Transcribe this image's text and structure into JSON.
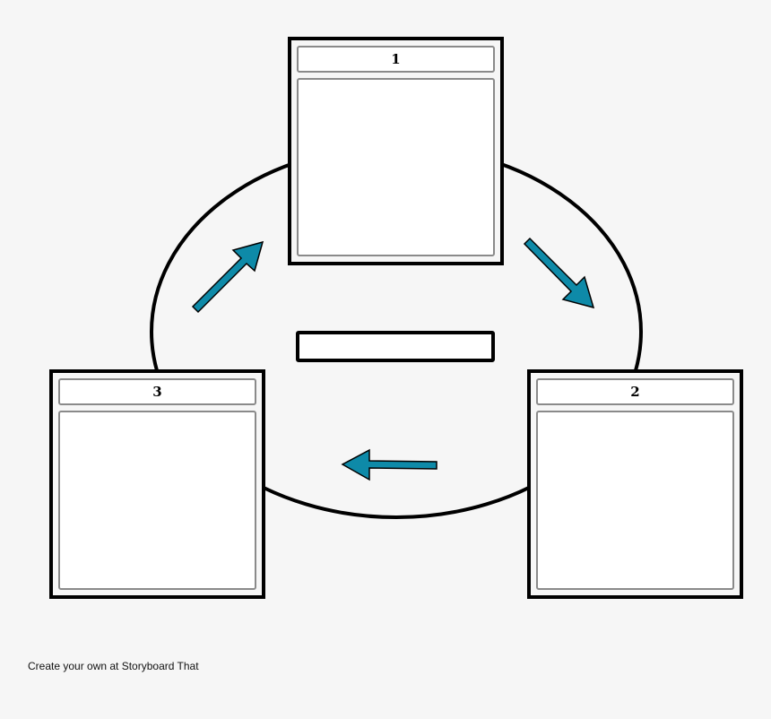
{
  "diagram": {
    "type": "cycle",
    "frames": [
      {
        "number": "1",
        "title": "1"
      },
      {
        "number": "2",
        "title": "2"
      },
      {
        "number": "3",
        "title": "3"
      }
    ],
    "center_label": "",
    "arrow_color": "#0e8aa8",
    "arrows": [
      "3-to-1",
      "1-to-2",
      "2-to-3"
    ]
  },
  "footer": {
    "credit": "Create your own at Storyboard That"
  }
}
